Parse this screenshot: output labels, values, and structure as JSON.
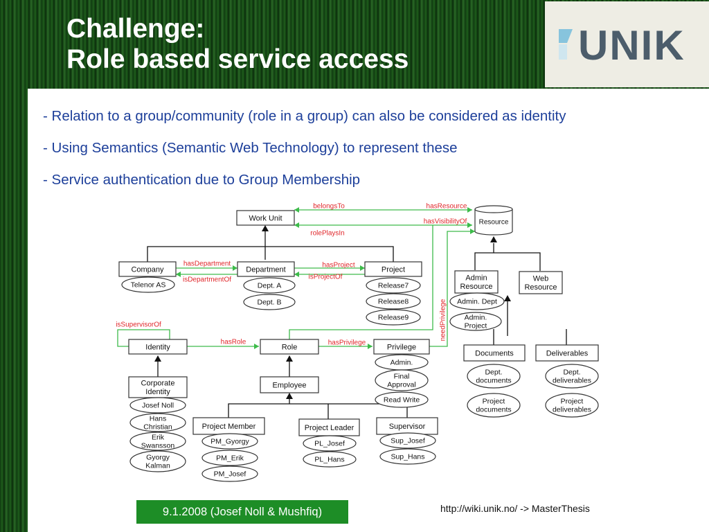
{
  "slide": {
    "title_line1": "Challenge:",
    "title_line2": "Role based service access",
    "logo_text": "UNIK",
    "bullets": [
      "- Relation to a group/community (role in a group) can also be considered as identity",
      "- Using Semantics (Semantic Web Technology) to represent these",
      "- Service authentication due to Group Membership"
    ],
    "footer_date": "9.1.2008 (Josef Noll & Mushfiq)",
    "footer_url": "http://wiki.unik.no/",
    "footer_link_label": "-> MasterThesis"
  },
  "colors": {
    "accent_green": "#1d8d26",
    "relation_red": "#e0262a",
    "relation_green": "#3dbb4a",
    "bullet_blue": "#1d3f9a"
  },
  "diagram": {
    "classes": {
      "work_unit": "Work Unit",
      "resource": "Resource",
      "company": "Company",
      "department": "Department",
      "project": "Project",
      "admin_resource": "Admin\nResource",
      "web_resource": "Web\nResource",
      "identity": "Identity",
      "role": "Role",
      "privilege": "Privilege",
      "corporate_identity": "Corporate\nIdentity",
      "employee": "Employee",
      "documents": "Documents",
      "deliverables": "Deliverables",
      "project_member": "Project Member",
      "project_leader": "Project Leader",
      "supervisor": "Supervisor"
    },
    "instances": {
      "telenor": "Telenor AS",
      "dept_a": "Dept. A",
      "dept_b": "Dept. B",
      "release7": "Release7",
      "release8": "Release8",
      "release9": "Release9",
      "admin_dept": "Admin. Dept",
      "admin_project": "Admin.\nProject",
      "admin": "Admin.",
      "final_approval": "Final\nApproval",
      "read_write": "Read Write",
      "josef_noll": "Josef Noll",
      "hans_christian": "Hans\nChristian",
      "erik_swansson": "Erik\nSwansson",
      "gyorgy_kalman": "Gyorgy\nKalman",
      "dept_documents": "Dept.\ndocuments",
      "project_documents": "Project\ndocuments",
      "dept_deliverables": "Dept.\ndeliverables",
      "project_deliverables": "Project\ndeliverables",
      "pm_gyorgy": "PM_Gyorgy",
      "pm_erik": "PM_Erik",
      "pm_josef": "PM_Josef",
      "pl_josef": "PL_Josef",
      "pl_hans": "PL_Hans",
      "sup_josef": "Sup_Josef",
      "sup_hans": "Sup_Hans"
    },
    "relations": {
      "belongs_to": "belongsTo",
      "has_resource": "hasResource",
      "has_visibility_of": "hasVisibilityOf",
      "role_plays_in": "rolePlaysIn",
      "has_department": "hasDepartment",
      "is_department_of": "isDepartmentOf",
      "has_project": "hasProject",
      "is_project_of": "isProjectOf",
      "is_supervisor_of": "isSupervisorOf",
      "has_role": "hasRole",
      "has_privilege": "hasPrivilege",
      "need_privilege": "needPrivilege"
    }
  }
}
